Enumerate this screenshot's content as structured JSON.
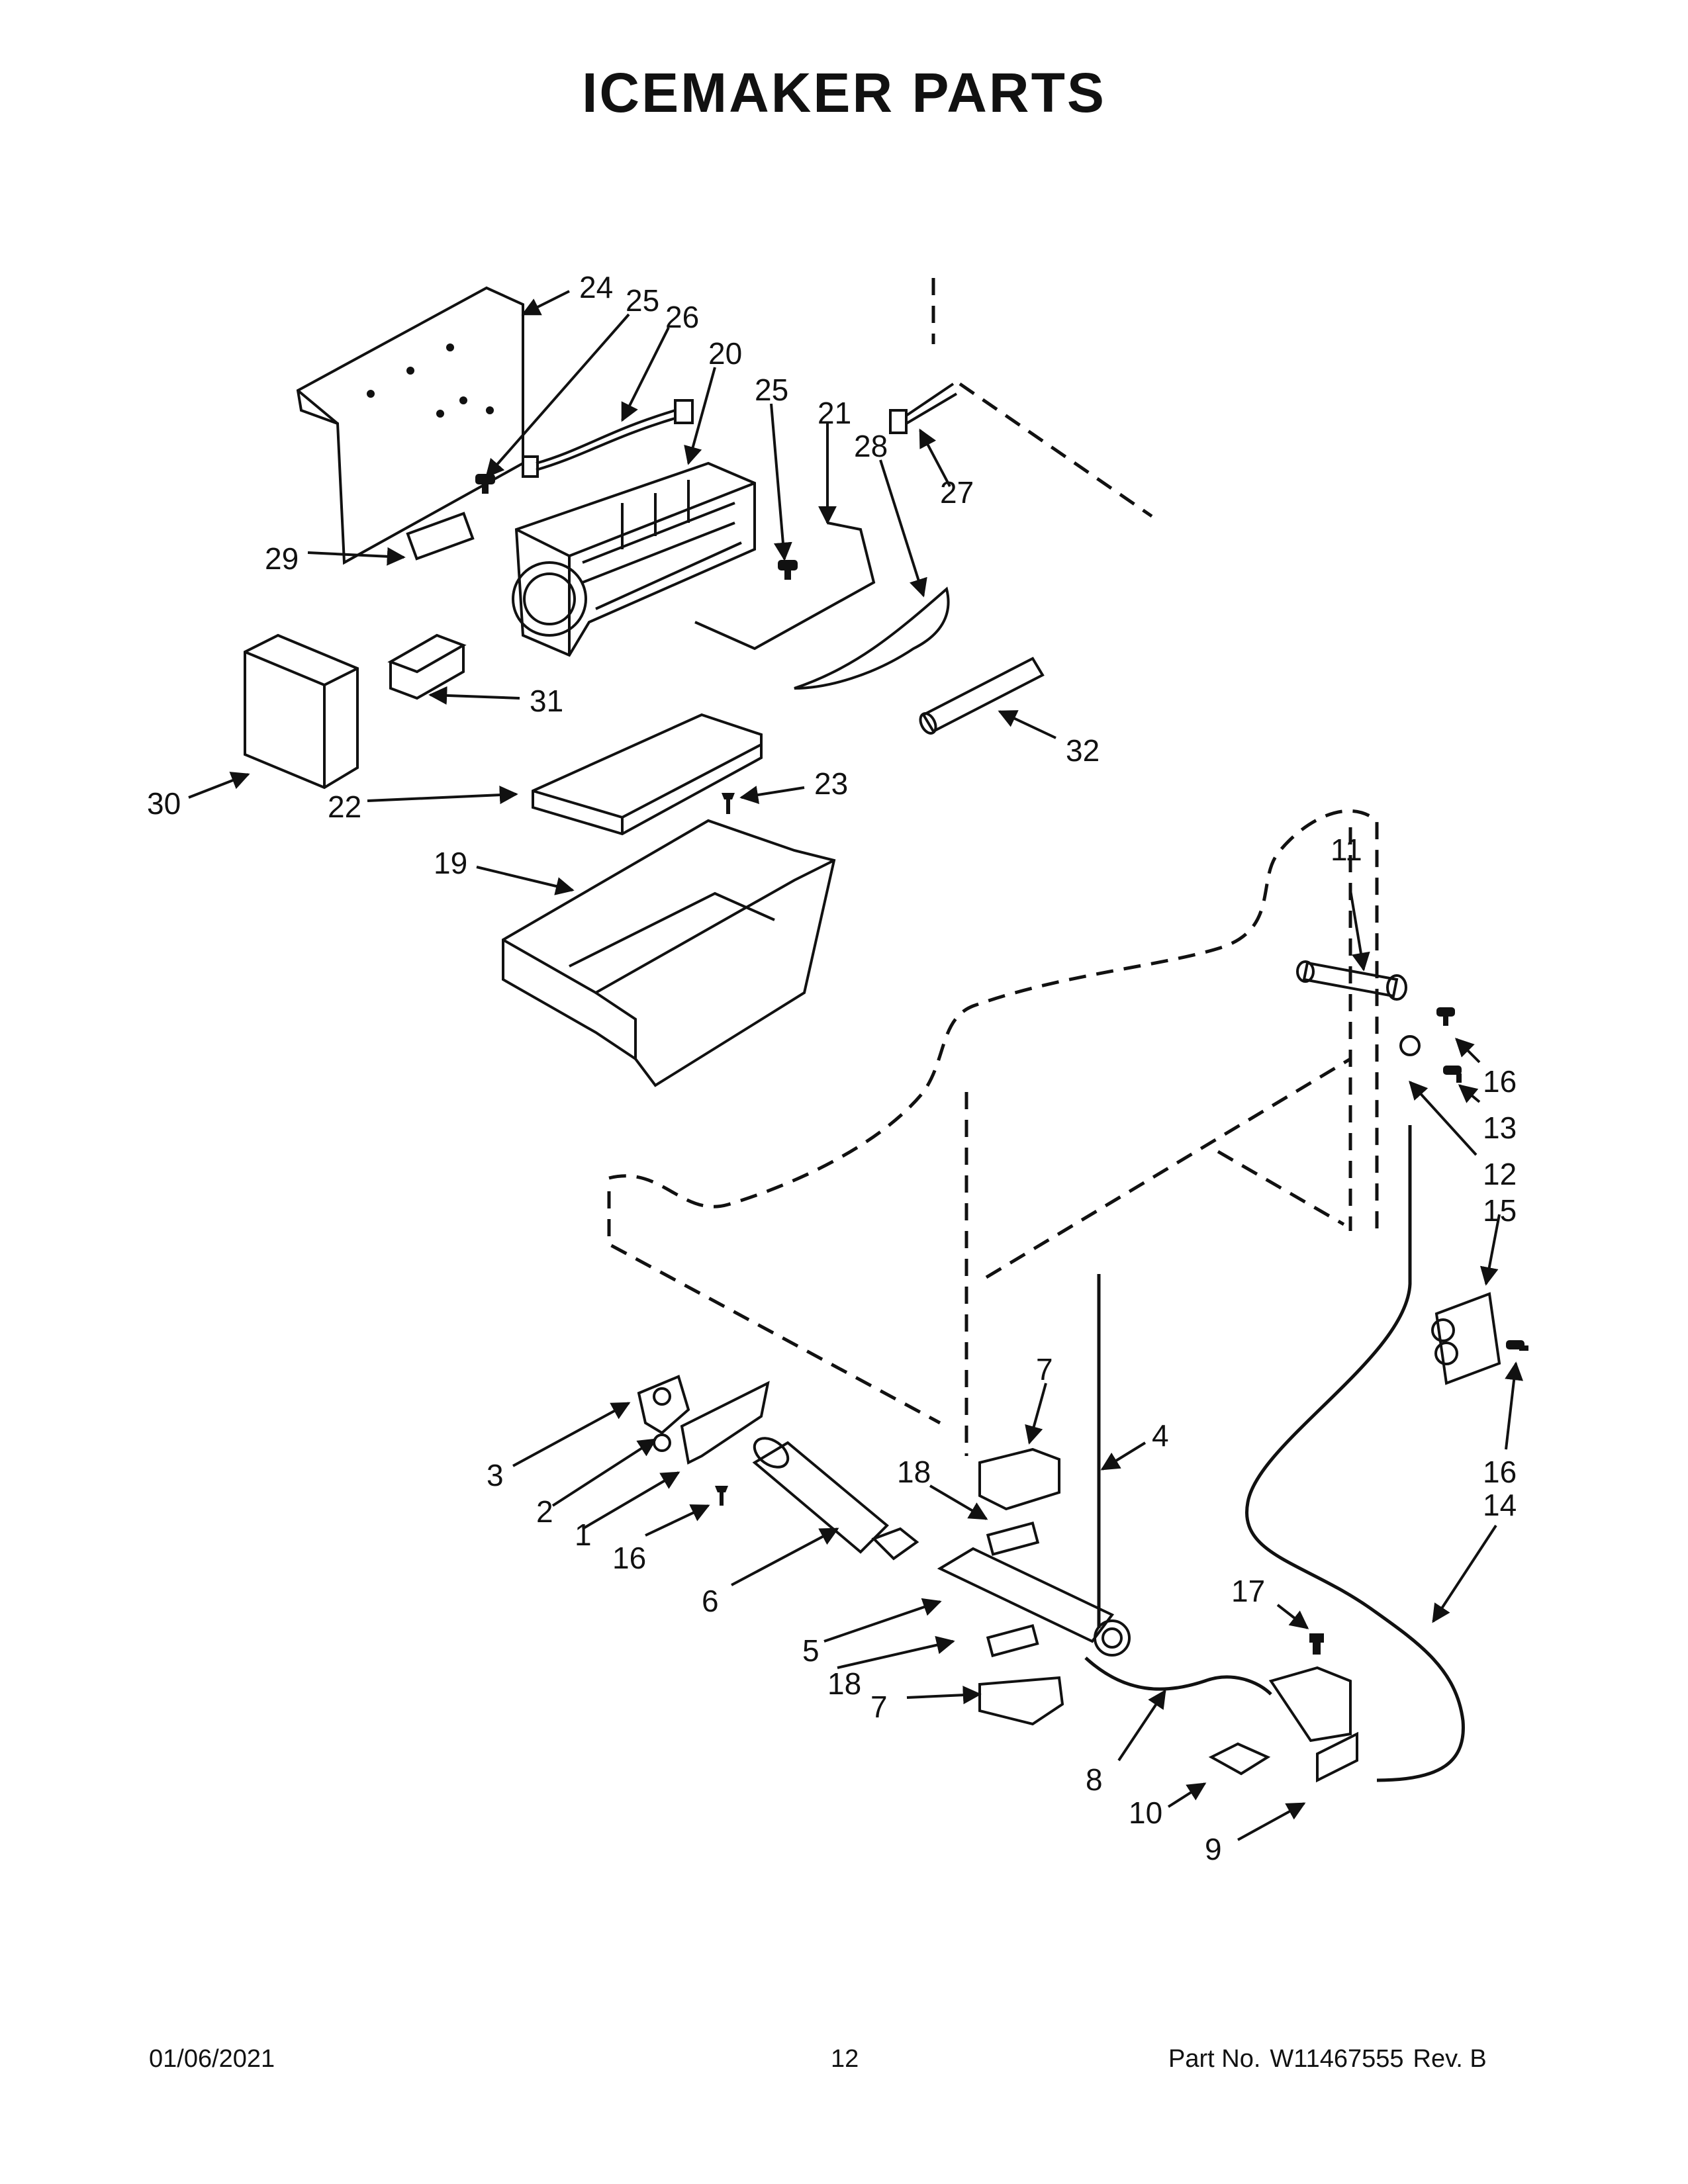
{
  "title": "ICEMAKER PARTS",
  "callouts": {
    "c1": "1",
    "c2": "2",
    "c3": "3",
    "c4": "4",
    "c5": "5",
    "c6": "6",
    "c7a": "7",
    "c7b": "7",
    "c8": "8",
    "c9": "9",
    "c10": "10",
    "c11": "11",
    "c12": "12",
    "c13": "13",
    "c14": "14",
    "c15": "15",
    "c16a": "16",
    "c16b": "16",
    "c16c": "16",
    "c17": "17",
    "c18a": "18",
    "c18b": "18",
    "c19": "19",
    "c20": "20",
    "c21": "21",
    "c22": "22",
    "c23": "23",
    "c24": "24",
    "c25a": "25",
    "c25b": "25",
    "c26": "26",
    "c27": "27",
    "c28": "28",
    "c29": "29",
    "c30": "30",
    "c31": "31",
    "c32": "32"
  },
  "footer": {
    "date": "01/06/2021",
    "page": "12",
    "part_label": "Part No.",
    "part_number": "W11467555",
    "revision": "Rev. B"
  }
}
